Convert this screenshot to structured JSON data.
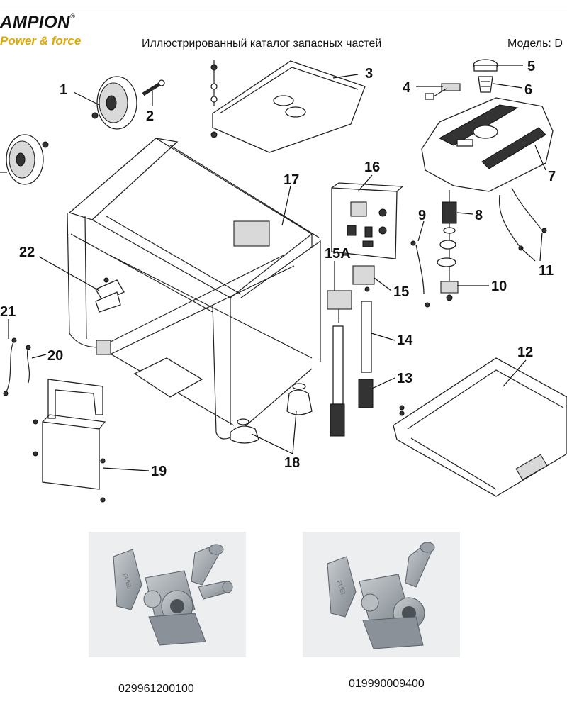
{
  "header": {
    "brand": "AMPION",
    "registered_mark": "®",
    "tagline": "Power & force",
    "title": "Иллюстрированный каталог запасных частей",
    "model_label": "Модель: D"
  },
  "callouts": [
    "1",
    "2",
    "3",
    "4",
    "5",
    "6",
    "7",
    "8",
    "9",
    "10",
    "11",
    "12",
    "13",
    "14",
    "15",
    "15A",
    "16",
    "17",
    "18",
    "19",
    "20",
    "21",
    "22"
  ],
  "photos": [
    {
      "code": "029961200100",
      "stamp": "FUEL"
    },
    {
      "code": "019990009400",
      "stamp": "FUEL"
    }
  ]
}
